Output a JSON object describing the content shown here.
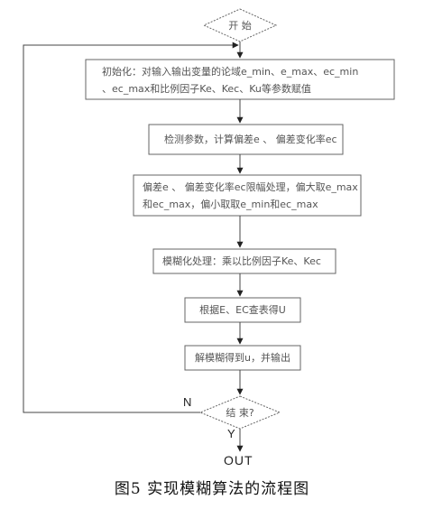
{
  "flowchart": {
    "start": "开 始",
    "steps": [
      {
        "lines": [
          "初始化：对输入输出变量的论域e_min、e_max、ec_min",
          "、ec_max和比例因子Ke、Kec、Ku等参数赋值"
        ]
      },
      {
        "lines": [
          "检测参数，计算偏差e 、 偏差变化率ec"
        ]
      },
      {
        "lines": [
          "偏差e 、 偏差变化率ec限幅处理，偏大取e_max",
          "和ec_max，偏小取取e_min和ec_max"
        ]
      },
      {
        "lines": [
          "模糊化处理：乘以比例因子Ke、Kec"
        ]
      },
      {
        "lines": [
          "根据E、EC查表得U"
        ]
      },
      {
        "lines": [
          "解模糊得到u，并输出"
        ]
      }
    ],
    "decision": "结 束?",
    "no_label": "N",
    "yes_label": "Y",
    "output": "OUT"
  },
  "caption": "图5  实现模糊算法的流程图"
}
